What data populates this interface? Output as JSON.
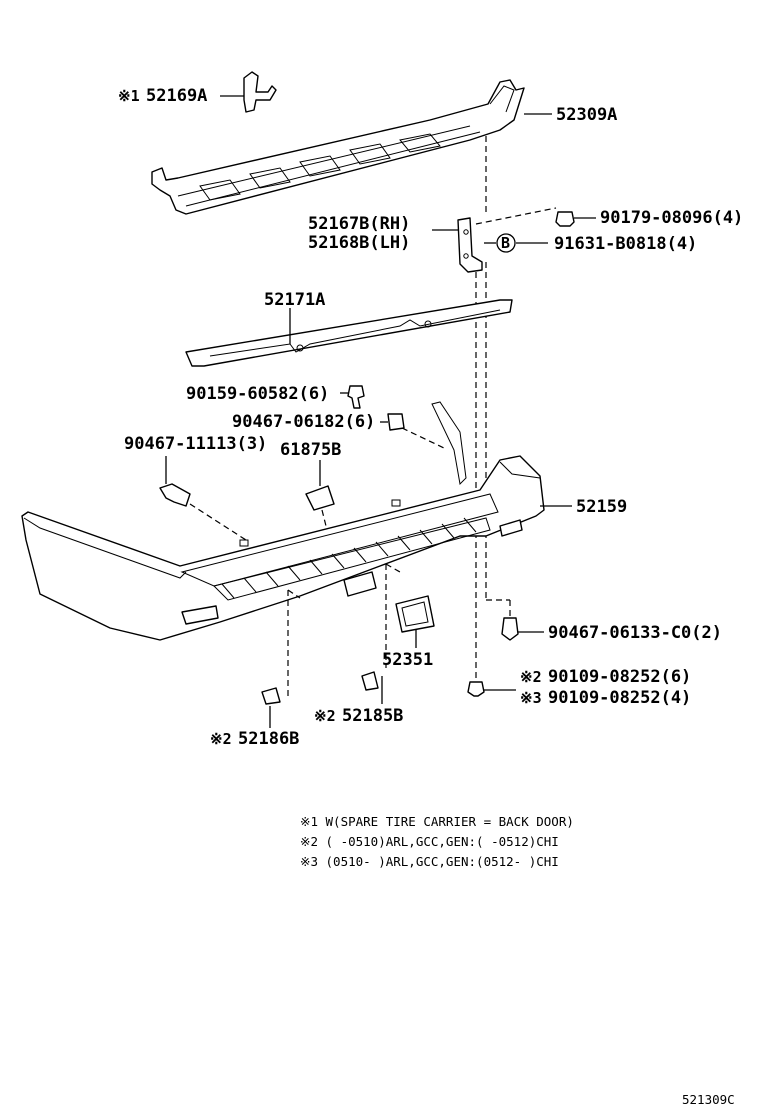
{
  "diagram": {
    "labels": {
      "p52169A": "52169A",
      "p52309A": "52309A",
      "p52167B": "52167B(RH)",
      "p52168B": "52168B(LH)",
      "p90179": "90179-08096(4)",
      "p91631": "91631-B0818(4)",
      "circleB": "B",
      "p52171A": "52171A",
      "p90159": "90159-60582(6)",
      "p90467a": "90467-06182(6)",
      "p90467b": "90467-11113(3)",
      "p61875B": "61875B",
      "p52159": "52159",
      "p90467c": "90467-06133-C0(2)",
      "p52351": "52351",
      "p90109a": "90109-08252(6)",
      "p90109b": "90109-08252(4)",
      "p52185B": "52185B",
      "p52186B": "52186B"
    },
    "marks": {
      "m1": "※1",
      "m2": "※2",
      "m3": "※3"
    },
    "notes": [
      "※1 W(SPARE TIRE CARRIER = BACK DOOR)",
      "※2 (      -0510)ARL,GCC,GEN:(     -0512)CHI",
      "※3 (0510-     )ARL,GCC,GEN:(0512-     )CHI"
    ],
    "figure_id": "521309C"
  }
}
